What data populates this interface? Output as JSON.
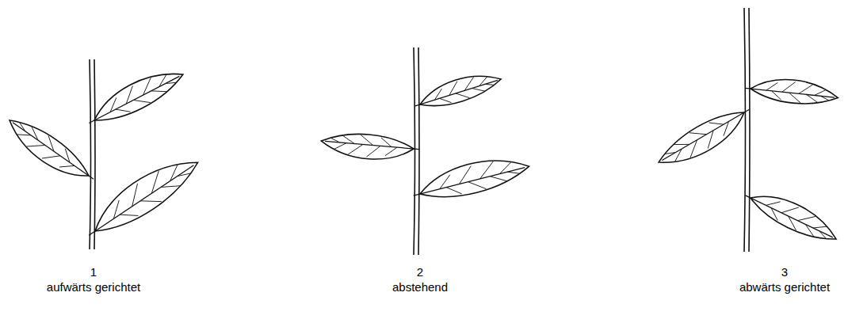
{
  "diagram": {
    "labels": [
      "1",
      "aufwärts gerichtet",
      "2",
      "abstehend",
      "3",
      "abwärts gerichtet"
    ]
  }
}
